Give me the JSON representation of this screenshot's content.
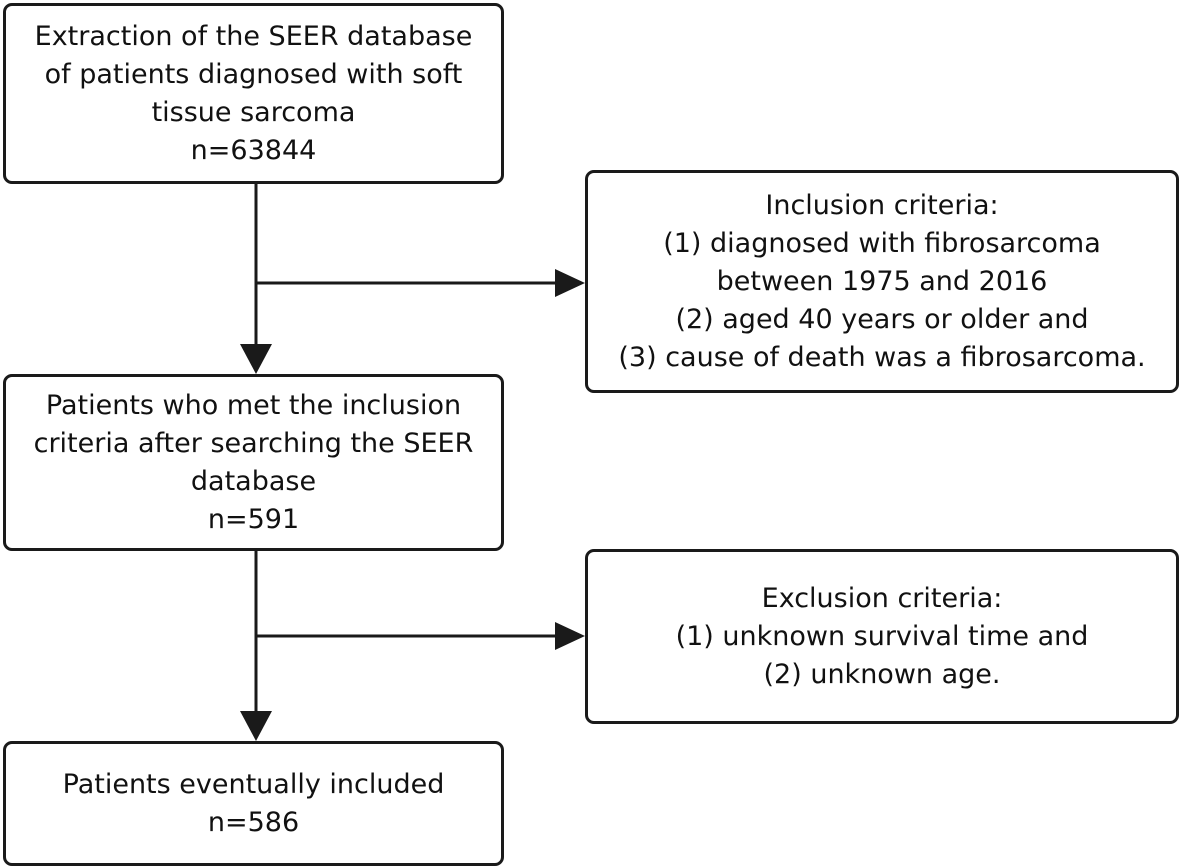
{
  "flowchart": {
    "extraction": {
      "lines": [
        "Extraction of the SEER database",
        "of patients diagnosed with soft",
        "tissue sarcoma",
        "n=63844"
      ]
    },
    "inclusion": {
      "lines": [
        "Inclusion criteria:",
        "(1) diagnosed with fibrosarcoma",
        "between 1975 and 2016",
        "(2) aged 40 years or older and",
        "(3) cause of death was a fibrosarcoma."
      ]
    },
    "met": {
      "lines": [
        "Patients who met the inclusion",
        "criteria after searching the SEER",
        "database",
        "n=591"
      ]
    },
    "exclusion": {
      "lines": [
        "Exclusion criteria:",
        "(1) unknown survival time and",
        "(2) unknown age."
      ]
    },
    "final": {
      "lines": [
        "Patients eventually included",
        "n=586"
      ]
    }
  }
}
